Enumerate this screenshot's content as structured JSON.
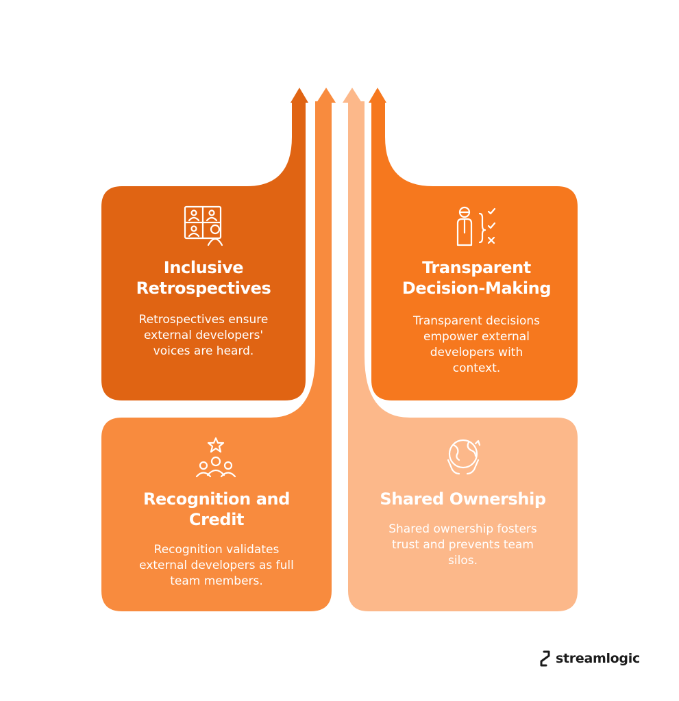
{
  "cards": [
    {
      "title": "Inclusive\nRetrospectives",
      "description": "Retrospectives ensure\nexternal developers'\nvoices are heard.",
      "icon": "video-conference-icon",
      "color": "#E06413"
    },
    {
      "title": "Transparent\nDecision-Making",
      "description": "Transparent decisions\nempower external\ndevelopers with\ncontext.",
      "icon": "decision-checklist-icon",
      "color": "#F6781E"
    },
    {
      "title": "Recognition and\nCredit",
      "description": "Recognition validates\nexternal developers as full\nteam members.",
      "icon": "team-star-icon",
      "color": "#F88B3E"
    },
    {
      "title": "Shared Ownership",
      "description": "Shared ownership fosters\ntrust and prevents team\nsilos.",
      "icon": "globe-hands-icon",
      "color": "#FCB88A"
    }
  ],
  "brand": {
    "name": "streamlogic",
    "icon": "streamlogic-logo-icon",
    "color": "#1B1B1B"
  }
}
